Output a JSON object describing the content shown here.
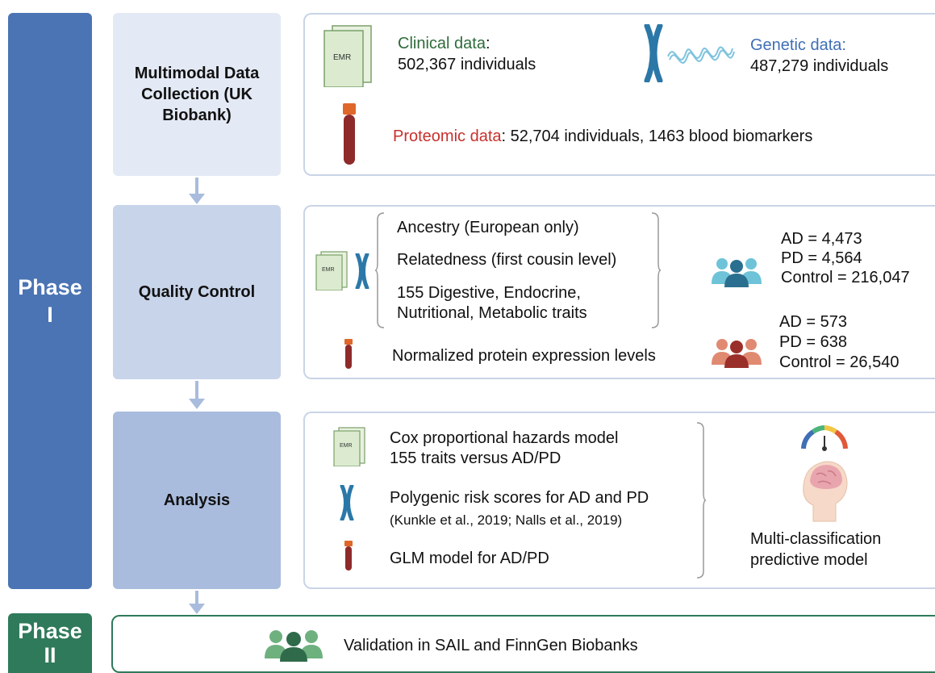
{
  "phases": [
    {
      "label": "Phase I"
    },
    {
      "label": "Phase II"
    }
  ],
  "stages": [
    {
      "label": "Multimodal Data Collection (UK Biobank)"
    },
    {
      "label": "Quality Control"
    },
    {
      "label": "Analysis"
    }
  ],
  "collection": {
    "clinical_label": "Clinical data",
    "clinical_value": "502,367 individuals",
    "genetic_label": "Genetic data",
    "genetic_value": "487,279 individuals",
    "proteomic_label": "Proteomic data",
    "proteomic_value": ": 52,704 individuals, 1463 blood biomarkers",
    "emr_label": "EMR",
    "colors": {
      "clinical": "#2f6b3a",
      "genetic": "#3f6fb5",
      "proteomic": "#c8302c"
    }
  },
  "qc": {
    "criteria": [
      "Ancestry (European only)",
      "Relatedness (first cousin level)",
      "155 Digestive, Endocrine,",
      "Nutritional, Metabolic traits"
    ],
    "protein": "Normalized protein expression levels",
    "genetic_counts": [
      "AD = 4,473",
      "PD = 4,564",
      "Control = 216,047"
    ],
    "protein_counts": [
      "AD = 573",
      "PD = 638",
      "Control = 26,540"
    ],
    "emr_label": "EMR"
  },
  "analysis": {
    "cox": [
      "Cox proportional hazards model",
      "155 traits versus AD/PD"
    ],
    "prs": [
      "Polygenic risk scores for AD and PD",
      "(Kunkle et al., 2019; Nalls et al., 2019)"
    ],
    "glm": "GLM model for AD/PD",
    "model": [
      "Multi-classification",
      "predictive model"
    ],
    "emr_label": "EMR"
  },
  "validation": {
    "text": "Validation in SAIL and FinnGen Biobanks"
  }
}
